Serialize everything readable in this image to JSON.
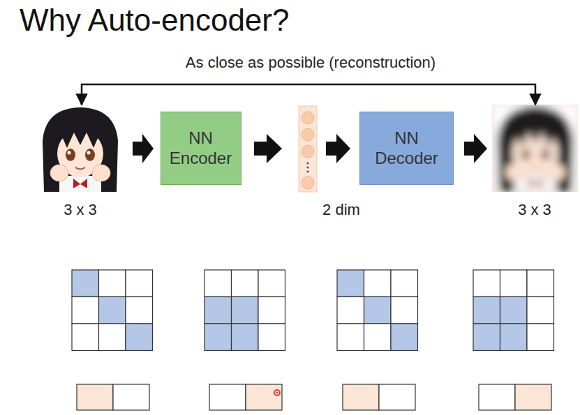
{
  "diagram": {
    "title": "Why Auto-encoder?",
    "nodes": [
      {
        "text": [
          "NN Encoder"
        ]
      },
      {
        "text": [
          "NN Decoder"
        ]
      }
    ],
    "labels": [
      "As close as possible (reconstruction)",
      "3 x 3",
      "2 dim",
      "3 x 3"
    ]
  }
}
